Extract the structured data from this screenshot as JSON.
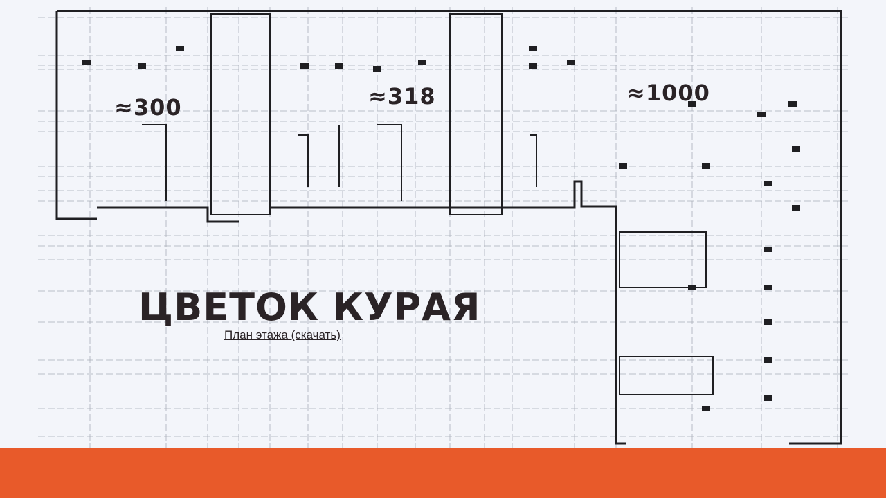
{
  "areas": {
    "unit_left": "≈300",
    "unit_middle": "≈318",
    "unit_right": "≈1000"
  },
  "title": "ЦВЕТОК КУРАЯ",
  "plan_link": "План этажа (скачать)",
  "colors": {
    "accent_bar": "#e85a2a",
    "background": "#f3f5fa",
    "text": "#2a2326"
  }
}
